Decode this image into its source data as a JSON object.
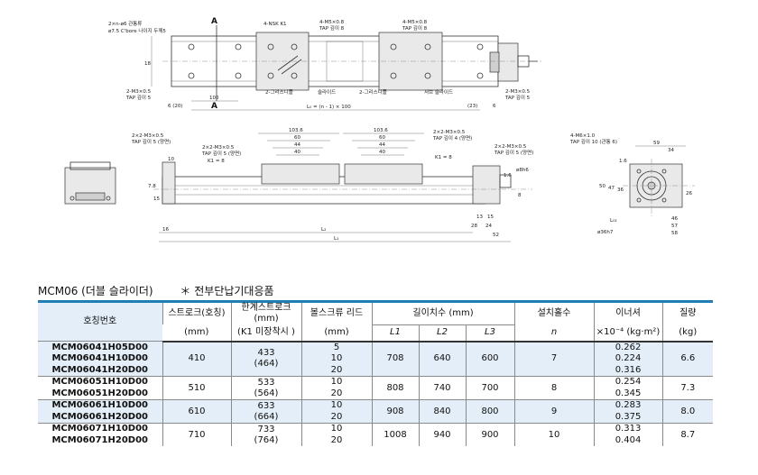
{
  "drawing": {
    "top_view": {
      "callouts": [
        "2×n-ø6 관통류",
        "ø7.5 C'bore 나이지 두께5",
        "4-NSK K1",
        "4-M5×0.8",
        "TAP 깊이 8",
        "4-M5×0.8",
        "TAP 깊이 8",
        "2-M3×0.5",
        "TAP 깊이 5",
        "2-M3×0.5",
        "TAP 깊이 5",
        "2-그리스니플",
        "슬라이드",
        "2-그리스니플",
        "서브 슬라이드"
      ],
      "dims": [
        "18",
        "100",
        "6 (20)",
        "L₀ = (n - 1) × 100",
        "(23)",
        "6"
      ],
      "section_marks": [
        "A",
        "A"
      ]
    },
    "side_view": {
      "callouts": [
        "2×2-M3×0.5",
        "TAP 깊이 5 (양면)",
        "2×2-M3×0.5",
        "TAP 깊이 5 (양면)",
        "K1 = 8",
        "2×2-M3×0.5",
        "TAP 깊이 4 (양면)",
        "K1 = 8",
        "2×2-M3×0.5",
        "TAP 깊이 5 (양면)"
      ],
      "dims": [
        "103.6",
        "60",
        "44",
        "40",
        "103.6",
        "60",
        "44",
        "40",
        "10",
        "7.8",
        "15",
        "16",
        "L₂",
        "L₁",
        "28",
        "24",
        "52",
        "13",
        "15",
        "1.6",
        "ø8h6",
        "8"
      ]
    },
    "end_view": {
      "callouts": [
        "4-M6×1.0",
        "TAP 깊이 10 (관통 6)"
      ],
      "dims": [
        "59",
        "34",
        "1.6",
        "50",
        "47",
        "36",
        "26",
        "L₀₃",
        "46",
        "57",
        "58",
        "ø36h7"
      ]
    }
  },
  "heading": {
    "title": "MCM06 (더블 슬라이더)",
    "note": "＊ 전부단납기대응품"
  },
  "table": {
    "headers": {
      "model": "호칭번호",
      "stroke": "스트로크(호칭)",
      "stroke_unit": "(mm)",
      "limit": "한계스트로크 (mm)",
      "limit_sub": "(K1 미장착시 )",
      "lead": "볼스크류 리드",
      "lead_unit": "(mm)",
      "length": "길이치수 (mm)",
      "L1": "L1",
      "L2": "L2",
      "L3": "L3",
      "mount": "설치홀수",
      "mount_sub": "n",
      "inertia": "이너셔",
      "inertia_unit": "×10⁻⁴ (kg·m²)",
      "mass": "질량",
      "mass_unit": "(kg)"
    },
    "groups": [
      {
        "stroke": "410",
        "limit": "433",
        "limit_k1": "(464)",
        "L1": "708",
        "L2": "640",
        "L3": "600",
        "n": "7",
        "mass": "6.6",
        "rows": [
          {
            "model": "MCM06041H05D00",
            "lead": "5",
            "inertia": "0.262"
          },
          {
            "model": "MCM06041H10D00",
            "lead": "10",
            "inertia": "0.224"
          },
          {
            "model": "MCM06041H20D00",
            "lead": "20",
            "inertia": "0.316"
          }
        ]
      },
      {
        "stroke": "510",
        "limit": "533",
        "limit_k1": "(564)",
        "L1": "808",
        "L2": "740",
        "L3": "700",
        "n": "8",
        "mass": "7.3",
        "rows": [
          {
            "model": "MCM06051H10D00",
            "lead": "10",
            "inertia": "0.254"
          },
          {
            "model": "MCM06051H20D00",
            "lead": "20",
            "inertia": "0.345"
          }
        ]
      },
      {
        "stroke": "610",
        "limit": "633",
        "limit_k1": "(664)",
        "L1": "908",
        "L2": "840",
        "L3": "800",
        "n": "9",
        "mass": "8.0",
        "rows": [
          {
            "model": "MCM06061H10D00",
            "lead": "10",
            "inertia": "0.283"
          },
          {
            "model": "MCM06061H20D00",
            "lead": "20",
            "inertia": "0.375"
          }
        ]
      },
      {
        "stroke": "710",
        "limit": "733",
        "limit_k1": "(764)",
        "L1": "1008",
        "L2": "940",
        "L3": "900",
        "n": "10",
        "mass": "8.7",
        "rows": [
          {
            "model": "MCM06071H10D00",
            "lead": "10",
            "inertia": "0.313"
          },
          {
            "model": "MCM06071H20D00",
            "lead": "20",
            "inertia": "0.404"
          }
        ]
      }
    ]
  }
}
